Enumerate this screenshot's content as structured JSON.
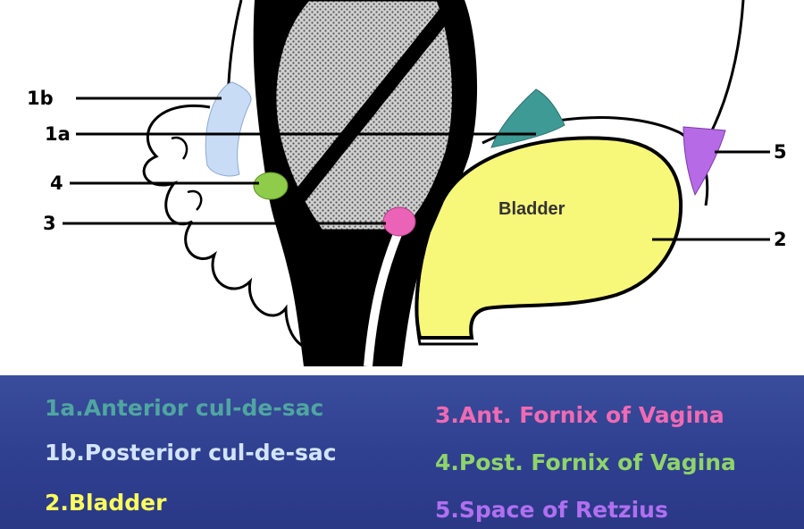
{
  "diagram": {
    "organ_label": "Bladder",
    "pointers": {
      "p1b": "1b",
      "p1a": "1a",
      "p4": "4",
      "p3": "3",
      "p5": "5",
      "p2": "2"
    }
  },
  "legend": {
    "items": [
      {
        "id": "1a",
        "text": "1a.Anterior cul-de-sac",
        "color": "#4fa6a0"
      },
      {
        "id": "1b",
        "text": "1b.Posterior cul-de-sac",
        "color": "#d2e4fb"
      },
      {
        "id": "2",
        "text": "2.Bladder",
        "color": "#ffff5c"
      },
      {
        "id": "3",
        "text": "3.Ant. Fornix of Vagina",
        "color": "#f06ab4"
      },
      {
        "id": "4",
        "text": "4.Post. Fornix of Vagina",
        "color": "#8fd46a"
      },
      {
        "id": "5",
        "text": "5.Space of Retzius",
        "color": "#b070f0"
      }
    ]
  },
  "colors": {
    "legend_background": "#32439a",
    "bladder_fill": "#f7f77a",
    "cul_de_sac_anterior": "#3e9a95",
    "cul_de_sac_posterior": "#c9dcf6",
    "fornix_anterior": "#ea63b6",
    "fornix_posterior": "#8fcc4a",
    "space_of_retzius": "#b66ae6"
  }
}
